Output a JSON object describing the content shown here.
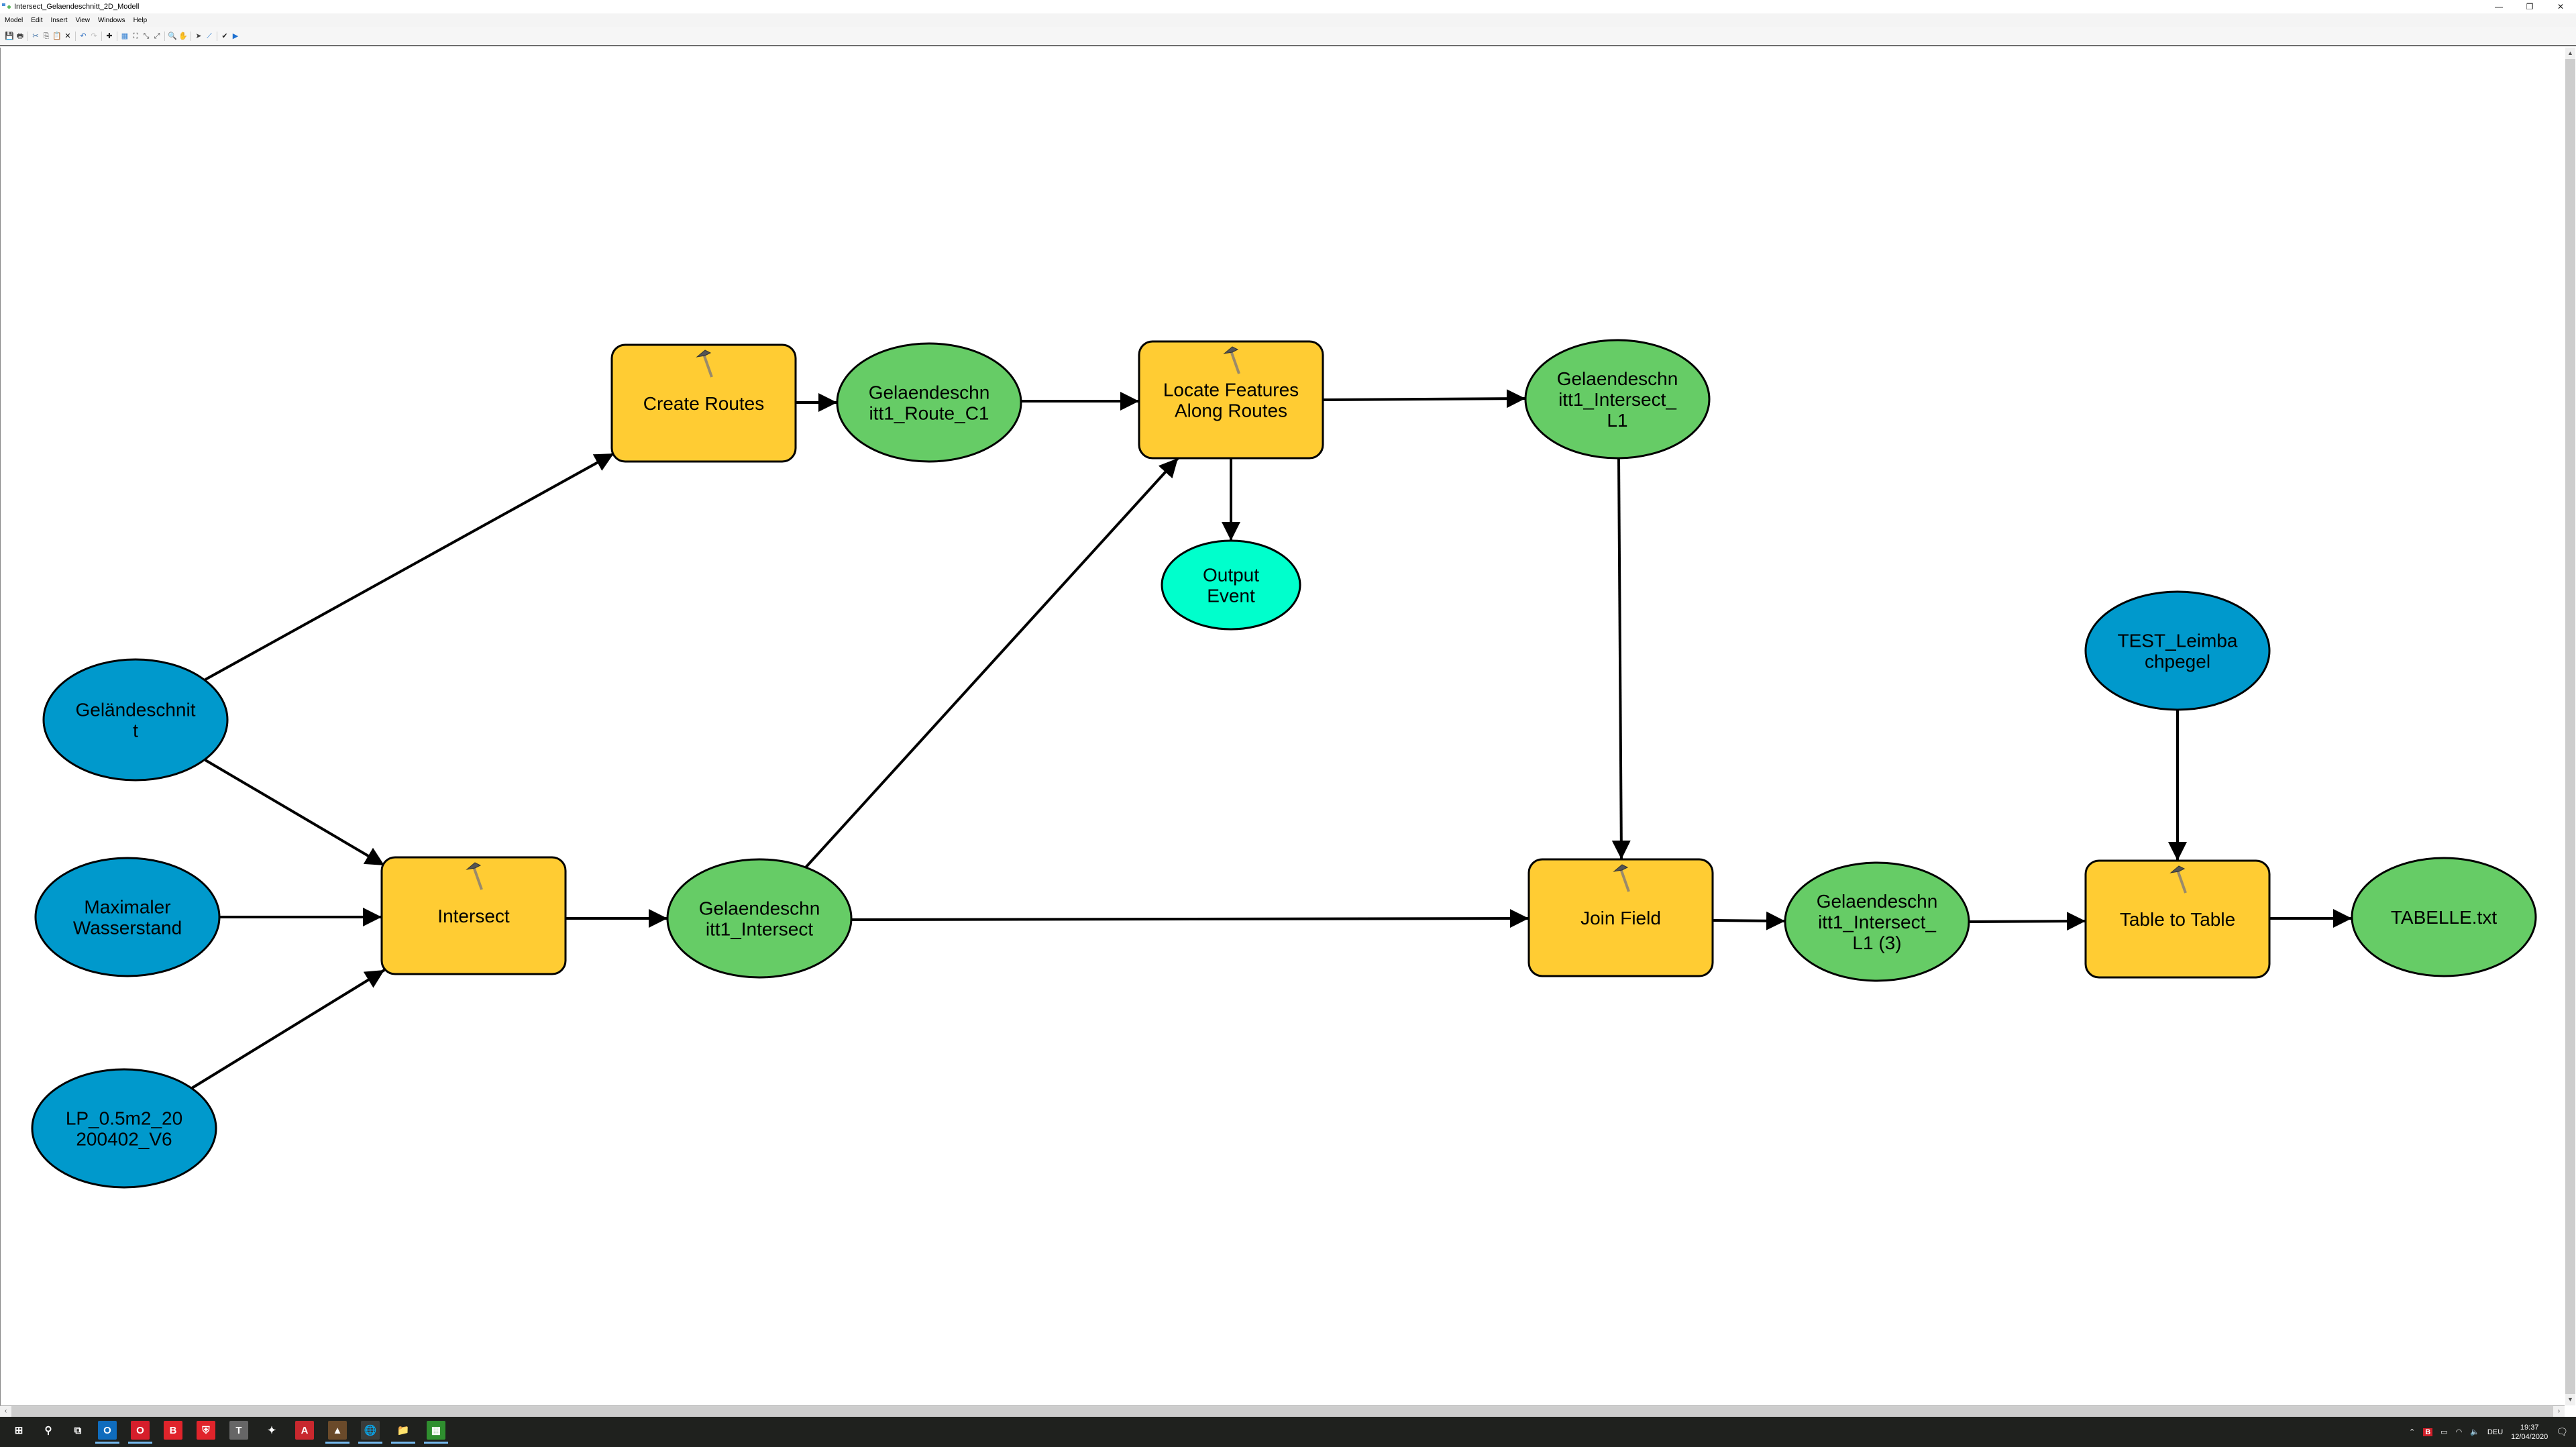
{
  "window": {
    "title": "Intersect_Gelaendeschnitt_2D_Modell",
    "controls": {
      "minimize": "—",
      "maximize": "❐",
      "close": "✕"
    }
  },
  "menu": [
    "Model",
    "Edit",
    "Insert",
    "View",
    "Windows",
    "Help"
  ],
  "toolbar": [
    {
      "name": "save-icon",
      "glyph": "💾"
    },
    {
      "name": "print-icon",
      "glyph": "🖶"
    },
    {
      "sep": true
    },
    {
      "name": "cut-icon",
      "glyph": "✂"
    },
    {
      "name": "copy-icon",
      "glyph": "⎘"
    },
    {
      "name": "paste-icon",
      "glyph": "📋"
    },
    {
      "name": "delete-icon",
      "glyph": "✕"
    },
    {
      "sep": true
    },
    {
      "name": "undo-icon",
      "glyph": "↶"
    },
    {
      "name": "redo-icon",
      "glyph": "↷"
    },
    {
      "sep": true
    },
    {
      "name": "add-data-icon",
      "glyph": "✚"
    },
    {
      "sep": true
    },
    {
      "name": "auto-layout-icon",
      "glyph": "▦"
    },
    {
      "name": "full-extent-icon",
      "glyph": "⛶"
    },
    {
      "name": "zoom-in-fixed-icon",
      "glyph": "⤡"
    },
    {
      "name": "zoom-out-fixed-icon",
      "glyph": "⤢"
    },
    {
      "sep": true
    },
    {
      "name": "zoom-icon",
      "glyph": "🔍"
    },
    {
      "name": "pan-icon",
      "glyph": "✋"
    },
    {
      "sep": true
    },
    {
      "name": "select-icon",
      "glyph": "➤"
    },
    {
      "name": "connect-icon",
      "glyph": "⟋"
    },
    {
      "sep": true
    },
    {
      "name": "validate-icon",
      "glyph": "✔"
    },
    {
      "name": "run-icon",
      "glyph": "▶"
    }
  ],
  "colors": {
    "tool": "#FFCC33",
    "input": "#0099CC",
    "derived": "#66CC66",
    "output_event": "#00FFCC",
    "stroke": "#000000"
  },
  "diagram": {
    "nodes": [
      {
        "id": "create_routes",
        "type": "tool",
        "label": [
          "Create Routes"
        ]
      },
      {
        "id": "route_c1",
        "type": "derived",
        "label": [
          "Gelaendeschn",
          "itt1_Route_C1"
        ]
      },
      {
        "id": "locate_features",
        "type": "tool",
        "label": [
          "Locate Features",
          "Along Routes"
        ]
      },
      {
        "id": "output_event",
        "type": "output_event",
        "label": [
          "Output",
          "Event"
        ]
      },
      {
        "id": "intersect_l1",
        "type": "derived",
        "label": [
          "Gelaendeschn",
          "itt1_Intersect_",
          "L1"
        ]
      },
      {
        "id": "gelaendeschnitt",
        "type": "input",
        "label": [
          "Geländeschnit",
          "t"
        ]
      },
      {
        "id": "maximaler_wasserstand",
        "type": "input",
        "label": [
          "Maximaler",
          "Wasserstand"
        ]
      },
      {
        "id": "lp",
        "type": "input",
        "label": [
          "LP_0.5m2_20",
          "200402_V6"
        ]
      },
      {
        "id": "intersect",
        "type": "tool",
        "label": [
          "Intersect"
        ]
      },
      {
        "id": "intersect_out",
        "type": "derived",
        "label": [
          "Gelaendeschn",
          "itt1_Intersect"
        ]
      },
      {
        "id": "join_field",
        "type": "tool",
        "label": [
          "Join Field"
        ]
      },
      {
        "id": "intersect_l1_3",
        "type": "derived",
        "label": [
          "Gelaendeschn",
          "itt1_Intersect_",
          "L1 (3)"
        ]
      },
      {
        "id": "test_leimbachpegel",
        "type": "input",
        "label": [
          "TEST_Leimba",
          "chpegel"
        ]
      },
      {
        "id": "table_to_table",
        "type": "tool",
        "label": [
          "Table to Table"
        ]
      },
      {
        "id": "tabelle",
        "type": "derived",
        "label": [
          "TABELLE.txt"
        ]
      }
    ],
    "edges": [
      [
        "gelaendeschnitt",
        "create_routes"
      ],
      [
        "create_routes",
        "route_c1"
      ],
      [
        "route_c1",
        "locate_features"
      ],
      [
        "locate_features",
        "intersect_l1"
      ],
      [
        "locate_features",
        "output_event"
      ],
      [
        "gelaendeschnitt",
        "intersect"
      ],
      [
        "maximaler_wasserstand",
        "intersect"
      ],
      [
        "lp",
        "intersect"
      ],
      [
        "intersect",
        "intersect_out"
      ],
      [
        "intersect_out",
        "locate_features"
      ],
      [
        "intersect_out",
        "join_field"
      ],
      [
        "intersect_l1",
        "join_field"
      ],
      [
        "join_field",
        "intersect_l1_3"
      ],
      [
        "intersect_l1_3",
        "table_to_table"
      ],
      [
        "test_leimbachpegel",
        "table_to_table"
      ],
      [
        "table_to_table",
        "tabelle"
      ]
    ]
  },
  "taskbar": {
    "apps": [
      {
        "name": "start-icon",
        "glyph": "⊞",
        "bg": "transparent"
      },
      {
        "name": "search-icon",
        "glyph": "⚲",
        "bg": "transparent"
      },
      {
        "name": "task-view-icon",
        "glyph": "⧉",
        "bg": "transparent"
      },
      {
        "name": "outlook-icon",
        "glyph": "O",
        "bg": "#0f6cbd",
        "open": true
      },
      {
        "name": "opera-icon",
        "glyph": "O",
        "bg": "#d61e2b",
        "open": true
      },
      {
        "name": "bitdefender-icon",
        "glyph": "B",
        "bg": "#e0242b"
      },
      {
        "name": "vpn-icon",
        "glyph": "⛨",
        "bg": "#e0242b"
      },
      {
        "name": "texmaker-icon",
        "glyph": "T",
        "bg": "#666"
      },
      {
        "name": "mendeley-icon",
        "glyph": "✦",
        "bg": "transparent"
      },
      {
        "name": "autocad-icon",
        "glyph": "A",
        "bg": "#c8282e"
      },
      {
        "name": "matlab-icon",
        "glyph": "▲",
        "bg": "#6a4a2a",
        "open": true
      },
      {
        "name": "arcgis-icon",
        "glyph": "🌐",
        "bg": "#3a3c3a",
        "open": true
      },
      {
        "name": "file-explorer-icon",
        "glyph": "📁",
        "bg": "transparent",
        "open": true
      },
      {
        "name": "libreoffice-calc-icon",
        "glyph": "▦",
        "bg": "#2f8f2f",
        "open": true
      }
    ],
    "tray": {
      "language": "DEU",
      "time": "19:37",
      "date": "12/04/2020"
    }
  }
}
